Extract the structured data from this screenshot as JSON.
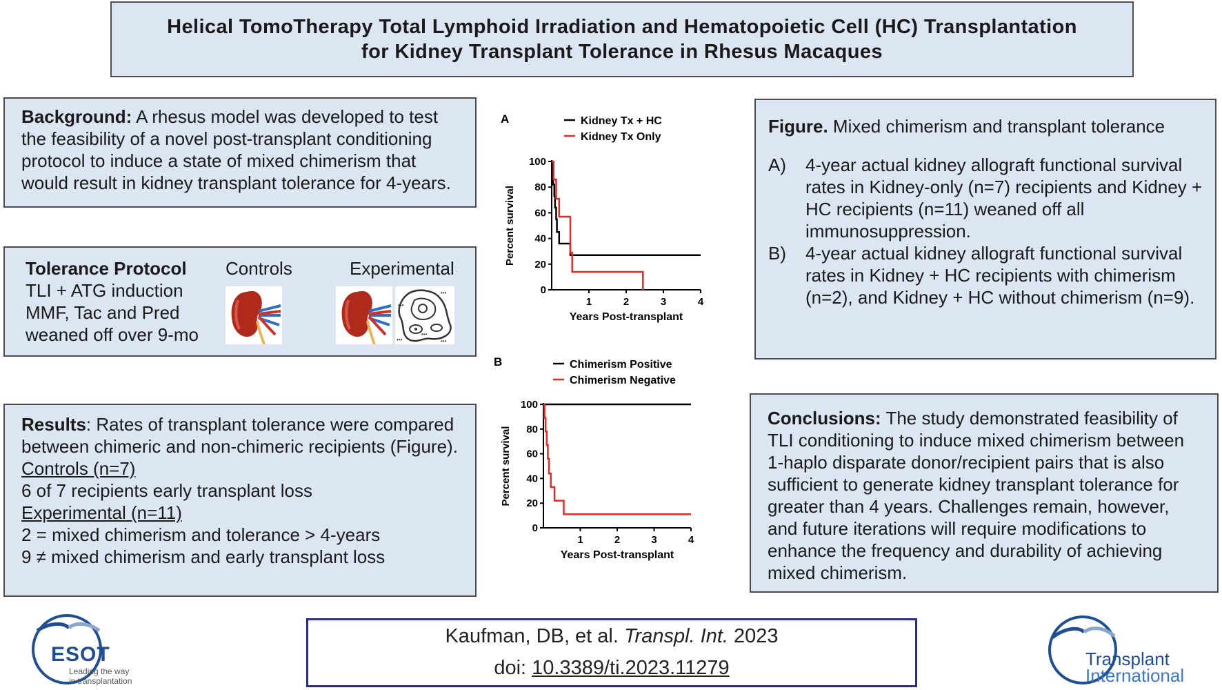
{
  "title": {
    "line1": "Helical  TomoTherapy Total Lymphoid Irradiation  and Hematopoietic Cell (HC)  Transplantation",
    "line2": "for Kidney  Transplant Tolerance  in Rhesus Macaques"
  },
  "background": {
    "heading": "Background:",
    "text": "A rhesus model was developed to test the feasibility of a novel post-transplant conditioning protocol to induce a state of mixed chimerism that would result in kidney transplant tolerance for 4-years."
  },
  "protocol": {
    "heading": "Tolerance Protocol",
    "lines": [
      "TLI + ATG induction",
      "MMF, Tac and Pred",
      "weaned off over 9-mo"
    ],
    "controls_label": "Controls",
    "experimental_label": "Experimental"
  },
  "results": {
    "heading": "Results",
    "intro": ": Rates of  transplant tolerance were compared between chimeric and non-chimeric recipients (Figure).",
    "controls_label": "Controls (n=7)",
    "controls_text": "6 of 7 recipients early transplant loss",
    "experimental_label": "Experimental (n=11)",
    "exp_line1": "2 = mixed chimerism and tolerance > 4-years",
    "exp_line2": "9 ≠ mixed chimerism and early transplant loss"
  },
  "figure_text": {
    "heading": "Figure.",
    "subtitle": "Mixed chimerism and transplant tolerance",
    "a_label": "A)",
    "a_text": "4-year actual kidney allograft functional survival rates in Kidney-only (n=7) recipients and Kidney + HC recipients (n=11) weaned off all immunosuppression.",
    "b_label": "B)",
    "b_text": "4-year actual kidney allograft functional survival rates in Kidney + HC recipients with chimerism (n=2), and Kidney + HC without chimerism (n=9)."
  },
  "conclusions": {
    "heading": "Conclusions:",
    "text": "The study demonstrated feasibility of TLI conditioning to induce mixed chimerism between 1-haplo disparate donor/recipient pairs that is also sufficient to generate kidney transplant tolerance for greater than 4 years. Challenges remain, however, and future iterations will require modifications to enhance the frequency and durability of achieving mixed chimerism."
  },
  "citation": {
    "authors": "Kaufman, DB, et al. ",
    "journal": "Transpl. Int.",
    "year": " 2023",
    "doi_prefix": "doi: ",
    "doi": "10.3389/ti.2023.11279"
  },
  "logos": {
    "esot": "ESOT",
    "esot_tagline1": "Leading the way",
    "esot_tagline2": "in transplantation",
    "ti_line1": "Transplant",
    "ti_line2": "International"
  },
  "colors": {
    "panel_bg": "#dce6f2",
    "black_series": "#000000",
    "red_series": "#e8281e",
    "logo_blue": "#1f4e96"
  },
  "chart_data": [
    {
      "type": "line",
      "panel_label": "A",
      "xlabel": "Years Post-transplant",
      "ylabel": "Percent survival",
      "xlim": [
        0,
        4
      ],
      "ylim": [
        0,
        100
      ],
      "x_ticks": [
        1,
        2,
        3,
        4
      ],
      "y_ticks": [
        0,
        20,
        40,
        60,
        80,
        100
      ],
      "step": true,
      "legend_position": "top",
      "series": [
        {
          "name": "Kidney Tx + HC",
          "color": "#000000",
          "points": [
            [
              0,
              100
            ],
            [
              0.02,
              91
            ],
            [
              0.04,
              82
            ],
            [
              0.07,
              73
            ],
            [
              0.09,
              64
            ],
            [
              0.12,
              55
            ],
            [
              0.14,
              45
            ],
            [
              0.2,
              36
            ],
            [
              0.5,
              27
            ],
            [
              4,
              27
            ]
          ]
        },
        {
          "name": "Kidney Tx Only",
          "color": "#e8281e",
          "points": [
            [
              0,
              100
            ],
            [
              0.05,
              86
            ],
            [
              0.12,
              71
            ],
            [
              0.2,
              57
            ],
            [
              0.5,
              29
            ],
            [
              0.55,
              14
            ],
            [
              2.45,
              0
            ]
          ]
        }
      ]
    },
    {
      "type": "line",
      "panel_label": "B",
      "xlabel": "Years Post-transplant",
      "ylabel": "Percent survival",
      "xlim": [
        0,
        4
      ],
      "ylim": [
        0,
        100
      ],
      "x_ticks": [
        1,
        2,
        3,
        4
      ],
      "y_ticks": [
        0,
        20,
        40,
        60,
        80,
        100
      ],
      "step": true,
      "legend_position": "top",
      "series": [
        {
          "name": "Chimerism Positive",
          "color": "#000000",
          "points": [
            [
              0,
              100
            ],
            [
              4,
              100
            ]
          ]
        },
        {
          "name": "Chimerism Negative",
          "color": "#e8281e",
          "points": [
            [
              0,
              100
            ],
            [
              0.03,
              89
            ],
            [
              0.06,
              78
            ],
            [
              0.09,
              67
            ],
            [
              0.12,
              56
            ],
            [
              0.15,
              44
            ],
            [
              0.2,
              33
            ],
            [
              0.3,
              22
            ],
            [
              0.55,
              11
            ],
            [
              4,
              11
            ]
          ]
        }
      ]
    }
  ]
}
